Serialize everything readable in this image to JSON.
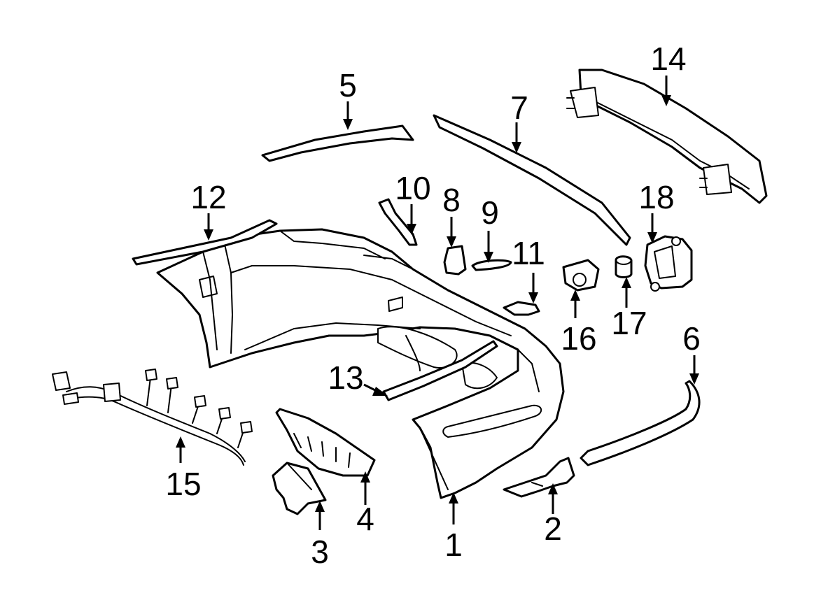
{
  "diagram": {
    "callouts": [
      {
        "id": "1",
        "label": "1"
      },
      {
        "id": "2",
        "label": "2"
      },
      {
        "id": "3",
        "label": "3"
      },
      {
        "id": "4",
        "label": "4"
      },
      {
        "id": "5",
        "label": "5"
      },
      {
        "id": "6",
        "label": "6"
      },
      {
        "id": "7",
        "label": "7"
      },
      {
        "id": "8",
        "label": "8"
      },
      {
        "id": "9",
        "label": "9"
      },
      {
        "id": "10",
        "label": "10"
      },
      {
        "id": "11",
        "label": "11"
      },
      {
        "id": "12",
        "label": "12"
      },
      {
        "id": "13",
        "label": "13"
      },
      {
        "id": "14",
        "label": "14"
      },
      {
        "id": "15",
        "label": "15"
      },
      {
        "id": "16",
        "label": "16"
      },
      {
        "id": "17",
        "label": "17"
      },
      {
        "id": "18",
        "label": "18"
      }
    ],
    "colors": {
      "line": "#000000",
      "background": "#ffffff"
    }
  }
}
